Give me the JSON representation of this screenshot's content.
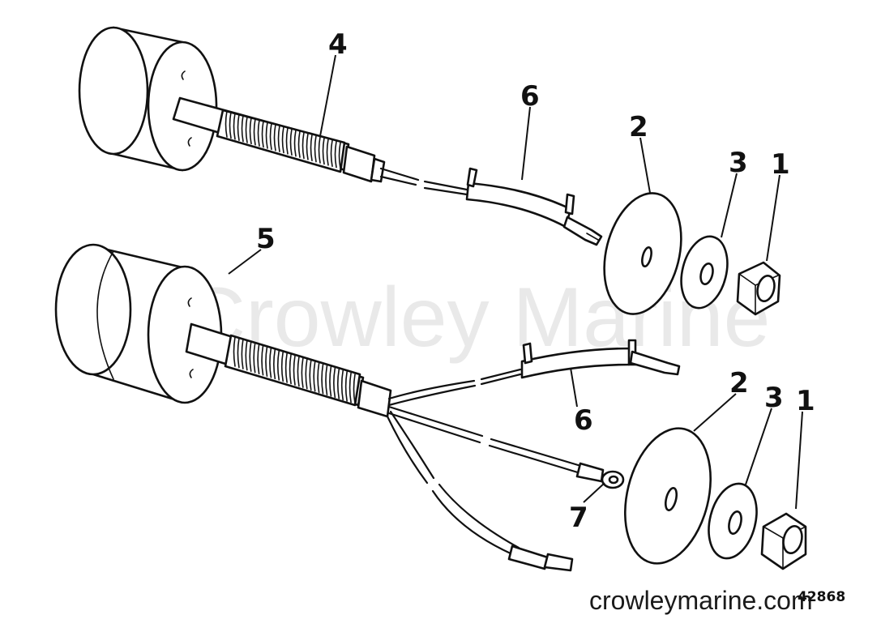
{
  "watermark": "Crowley Marine",
  "site_url": "crowleymarine.com",
  "part_number": "42868",
  "callouts": {
    "upper": {
      "nut": "1",
      "large_washer": "2",
      "small_washer": "3",
      "coil": "4",
      "terminal_strip": "6"
    },
    "lower": {
      "nut": "1",
      "large_washer": "2",
      "small_washer": "3",
      "coil": "5",
      "terminal_strip": "6",
      "ring_terminal": "7"
    }
  }
}
